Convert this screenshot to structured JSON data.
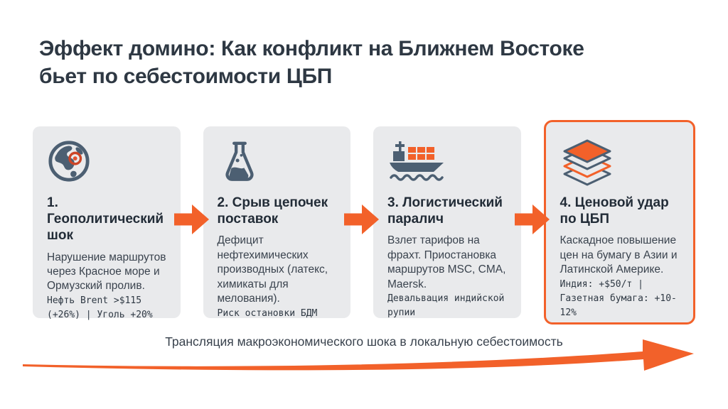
{
  "slide": {
    "title": "Эффект домино: Как конфликт на Ближнем Востоке бьет по себестоимости ЦБП",
    "footer_label": "Трансляция макроэкономического шока в локальную себестоимость"
  },
  "colors": {
    "accent_orange": "#F2612A",
    "globe_hotspot_red": "#CC4527",
    "slate_icon": "#4C5F72",
    "card_background": "#E9EAEC",
    "title_text": "#2E3843",
    "body_text": "#3A434E"
  },
  "cards": [
    {
      "icon": "globe-icon",
      "title": "1. Геополитический шок",
      "body": "Нарушение маршрутов через Красное море и Ормузский пролив.",
      "stat": "Нефть Brent >$115 (+26%) | Уголь +20%",
      "highlighted": false
    },
    {
      "icon": "flask-icon",
      "title": "2. Срыв цепочек поставок",
      "body": "Дефицит нефтехимических производных (латекс, химикаты для мелования).",
      "stat": "Риск остановки БДМ",
      "highlighted": false
    },
    {
      "icon": "ship-icon",
      "title": "3. Логистический паралич",
      "body": "Взлет тарифов на фрахт. Приостановка маршрутов MSC, CMA, Maersk.",
      "stat": "Девальвация индийской рупии",
      "highlighted": false
    },
    {
      "icon": "layers-icon",
      "title": "4. Ценовой удар по ЦБП",
      "body": "Каскадное повышение цен на бумагу в Азии и Латинской Америке.",
      "stat": "Индия: +$50/т | Газет­ная бумага: +10-12%",
      "highlighted": true
    }
  ]
}
